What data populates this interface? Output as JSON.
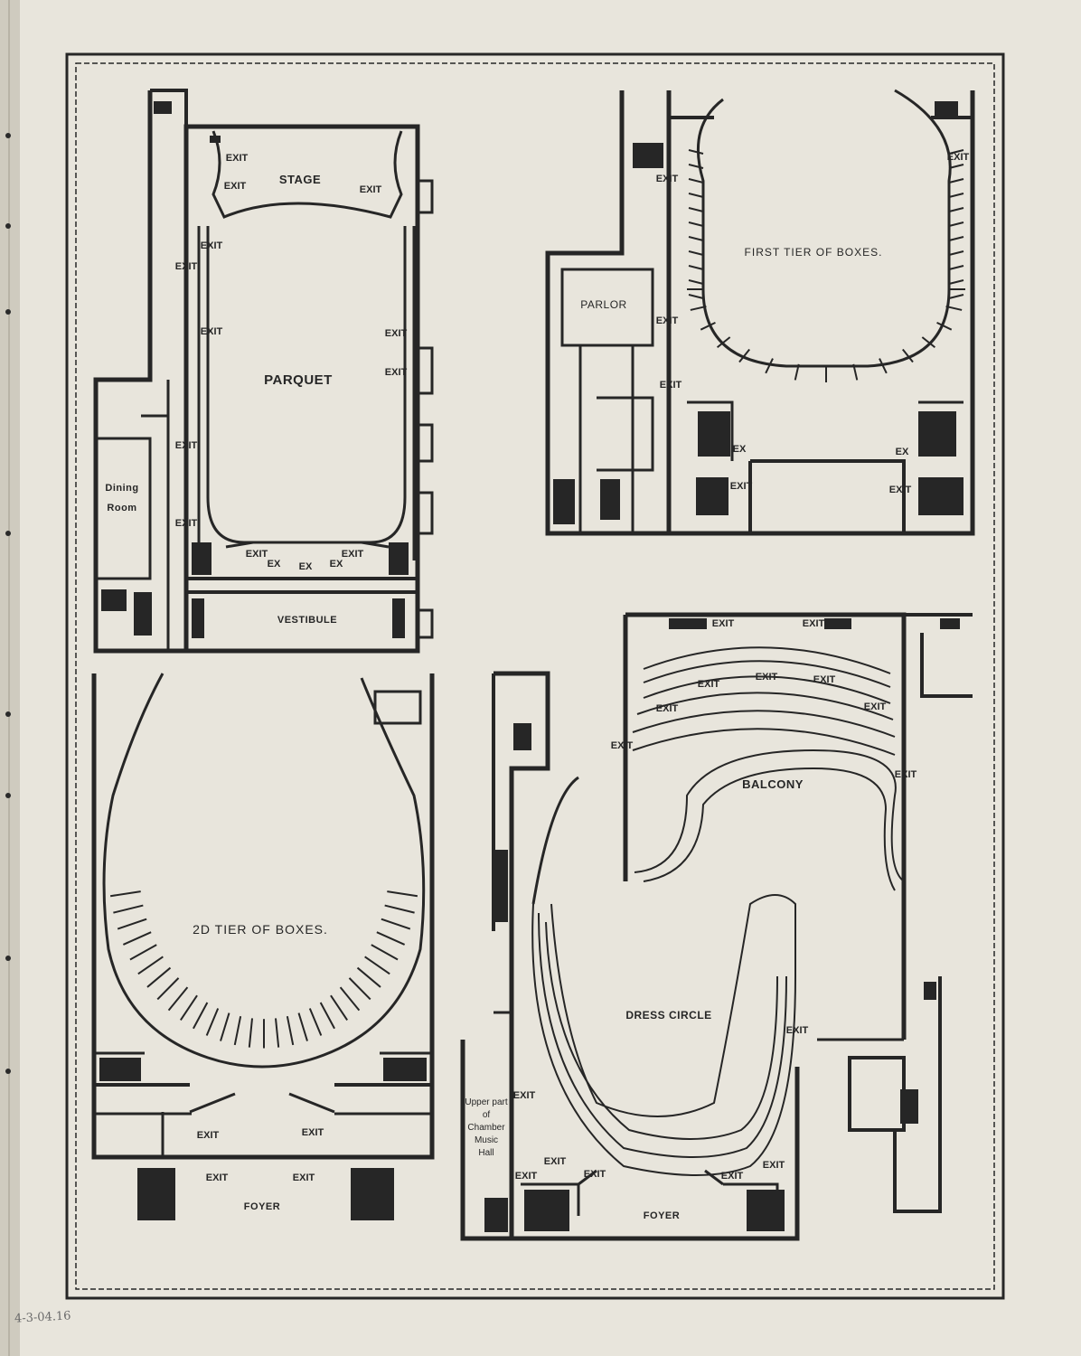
{
  "colors": {
    "paper": "#e8e5dc",
    "ink": "#262626",
    "margin_shadow": "#cfcbbf"
  },
  "plans": {
    "parquet": {
      "labels": {
        "stage": "STAGE",
        "parquet": "PARQUET",
        "dining_room": "Dining",
        "dining_room_2": "Room",
        "vestibule": "VESTIBULE",
        "exit": "EXIT",
        "ex": "EX"
      }
    },
    "first_tier": {
      "labels": {
        "title": "FIRST TIER OF BOXES.",
        "parlor": "PARLOR",
        "exit": "EXIT",
        "ex": "EX"
      }
    },
    "second_tier": {
      "labels": {
        "title": "2D TIER OF BOXES.",
        "foyer": "FOYER",
        "exit": "EXIT"
      }
    },
    "balcony_dress_circle": {
      "labels": {
        "balcony": "BALCONY",
        "dress_circle": "DRESS CIRCLE",
        "foyer": "FOYER",
        "exit": "EXIT",
        "chamber_1": "Upper part",
        "chamber_2": "of",
        "chamber_3": "Chamber",
        "chamber_4": "Music",
        "chamber_5": "Hall"
      }
    }
  },
  "handwritten_note": "4-3-04.16"
}
